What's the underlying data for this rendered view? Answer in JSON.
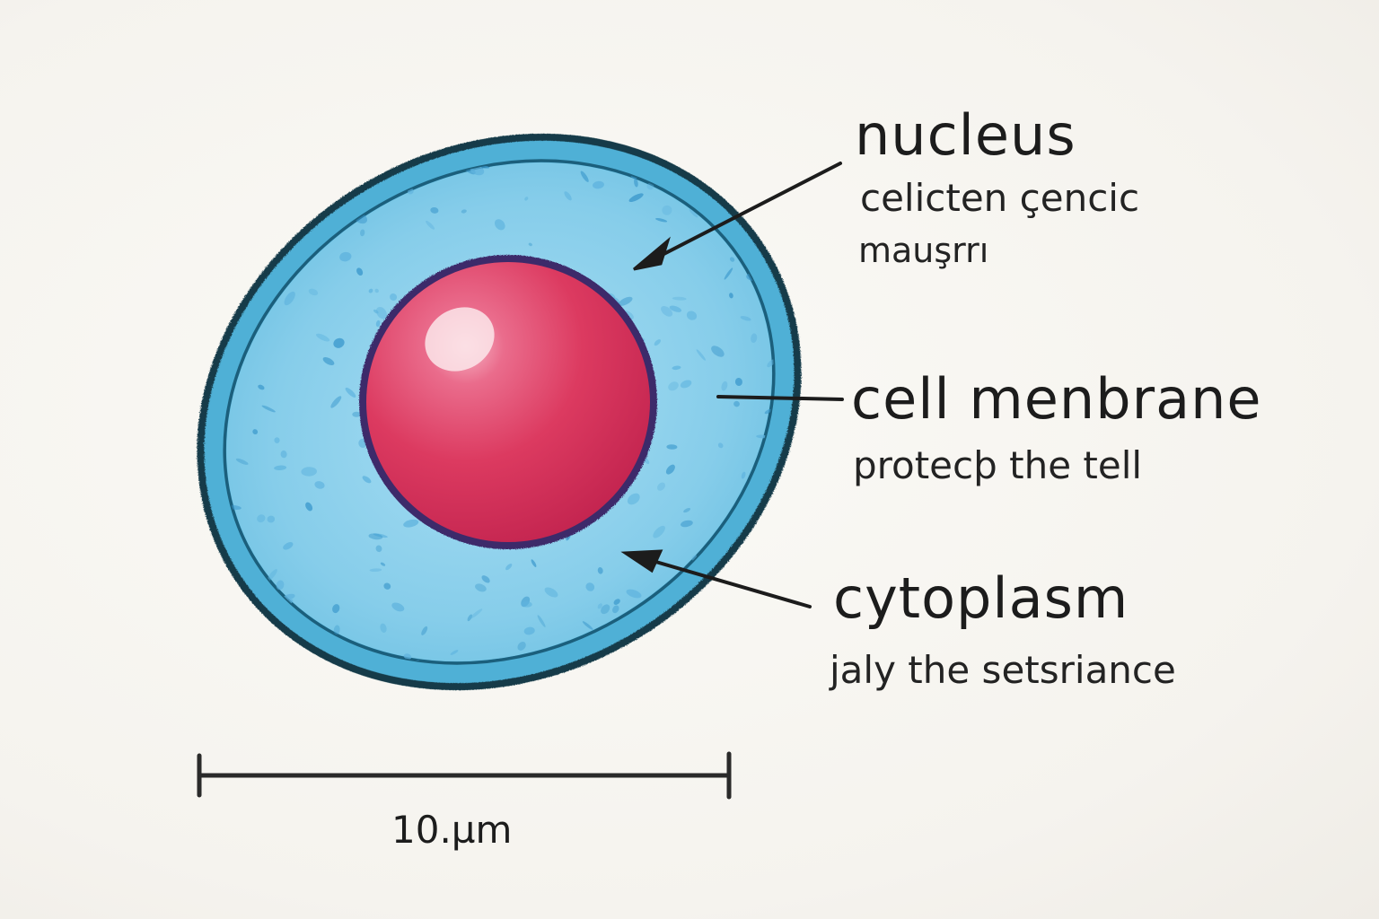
{
  "labels": {
    "nucleus": {
      "title": "nucleus",
      "line1": "celicten çencic",
      "line2": "mauşrrı"
    },
    "membrane": {
      "title": "cell menbrane",
      "line1": "protecþ the tell"
    },
    "cytoplasm": {
      "title": "cytoplasm",
      "line1": "jaly the setsriance"
    }
  },
  "scale_bar": {
    "label": "10.µm"
  },
  "colors": {
    "paper": "#f6f4ef",
    "membrane_blue": "#4fb0d6",
    "membrane_outline": "#123a48",
    "cytoplasm_blue": "#8fd2ec",
    "cytoplasm_speckle": "#3b98cc",
    "nucleus_red": "#e0385f",
    "nucleus_outline": "#3d2a6b",
    "ink": "#1c1c1c"
  }
}
